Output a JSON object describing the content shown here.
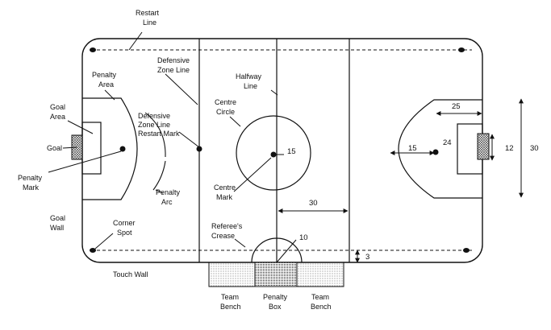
{
  "labels": {
    "restart_line": [
      "Restart",
      "Line"
    ],
    "defensive_zone_line": [
      "Defensive",
      "Zone Line"
    ],
    "halfway_line": [
      "Halfway",
      "Line"
    ],
    "penalty_area": [
      "Penalty",
      "Area"
    ],
    "goal_area": [
      "Goal",
      "Area"
    ],
    "goal": "Goal",
    "dzl_restart_mark": [
      "Defensive",
      "Zone Line",
      "Restart Mark"
    ],
    "centre_circle": [
      "Centre",
      "Circle"
    ],
    "penalty_mark": [
      "Penalty",
      "Mark"
    ],
    "penalty_arc": [
      "Penalty",
      "Arc"
    ],
    "centre_mark": [
      "Centre",
      "Mark"
    ],
    "goal_wall": [
      "Goal",
      "Wall"
    ],
    "corner_spot": [
      "Corner",
      "Spot"
    ],
    "referees_crease": [
      "Referee's",
      "Crease"
    ],
    "touch_wall": "Touch Wall",
    "team_bench_left": [
      "Team",
      "Bench"
    ],
    "penalty_box": [
      "Penalty",
      "Box"
    ],
    "team_bench_right": [
      "Team",
      "Bench"
    ]
  },
  "dimensions": {
    "d15_circle": "15",
    "d30_half": "30",
    "d10_crease": "10",
    "d3_restart": "3",
    "d25": "25",
    "d15_arc": "15",
    "d24": "24",
    "d12": "12",
    "d30_width": "30"
  }
}
